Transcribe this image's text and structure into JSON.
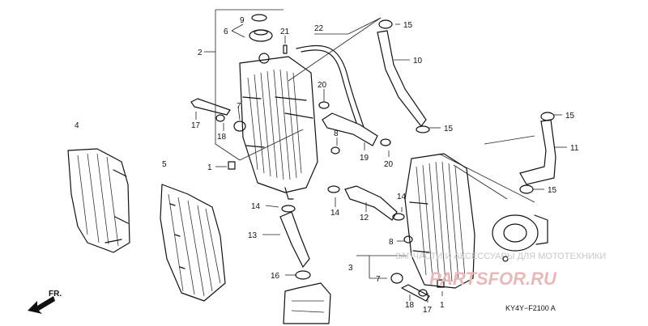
{
  "diagram": {
    "code": "KY4Y−F2100 A",
    "direction_label": "FR.",
    "watermark": "ЗАПЧАСТИ И АКСЕССУАРЫ ДЛЯ МОТОТЕХНИКИ",
    "logo": "PARTSFOR.RU",
    "callouts": {
      "c1a": "1",
      "c1b": "1",
      "c2": "2",
      "c3": "3",
      "c4": "4",
      "c5": "5",
      "c6": "6",
      "c7a": "7",
      "c7b": "7",
      "c8a": "8",
      "c8b": "8",
      "c9": "9",
      "c10": "10",
      "c11": "11",
      "c12": "12",
      "c13": "13",
      "c14a": "14",
      "c14b": "14",
      "c14c": "14",
      "c15a": "15",
      "c15b": "15",
      "c15c": "15",
      "c15d": "15",
      "c16": "16",
      "c17a": "17",
      "c17b": "17",
      "c18a": "18",
      "c18b": "18",
      "c19": "19",
      "c20a": "20",
      "c20b": "20",
      "c21": "21",
      "c22": "22"
    }
  }
}
